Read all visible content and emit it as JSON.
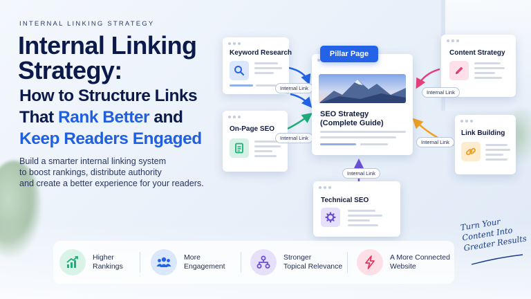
{
  "eyebrow": "INTERNAL LINKING STRATEGY",
  "title": {
    "line1": "Internal Linking",
    "line2": "Strategy:",
    "sub1": "How to Structure Links",
    "sub2a": "That ",
    "sub2b": "Rank Better",
    "sub2c": " and",
    "sub3": "Keep Readers Engaged"
  },
  "description": {
    "line1": "Build a smarter internal linking system",
    "line2": "to boost rankings, distribute authority",
    "line3": "and create a better experience for your readers."
  },
  "pillar": {
    "button": "Pillar Page",
    "title1": "SEO Strategy",
    "title2": "(Complete Guide)"
  },
  "cards": {
    "keyword": "Keyword Research",
    "onpage": "On-Page SEO",
    "content": "Content Strategy",
    "linkbuilding": "Link Building",
    "technical": "Technical SEO"
  },
  "link_label": "Internal Link",
  "features": [
    {
      "line1": "Higher",
      "line2": "Rankings",
      "icon": "chart-up-icon",
      "color": "#1fae7a"
    },
    {
      "line1": "More",
      "line2": "Engagement",
      "icon": "users-icon",
      "color": "#2563e6"
    },
    {
      "line1": "Stronger",
      "line2": "Topical Relevance",
      "icon": "hierarchy-icon",
      "color": "#6a4fd6"
    },
    {
      "line1": "A More Connected",
      "line2": "Website",
      "icon": "lightning-icon",
      "color": "#e5325a"
    }
  ],
  "handwritten": {
    "line1": "Turn Your",
    "line2": "Content Into",
    "line3": "Greater Results"
  },
  "colors": {
    "accent": "#1f5fe0",
    "navy": "#0b1a4a",
    "green": "#1fae7a",
    "pink": "#e5407a",
    "orange": "#f0a020",
    "purple": "#6a4fd6"
  }
}
